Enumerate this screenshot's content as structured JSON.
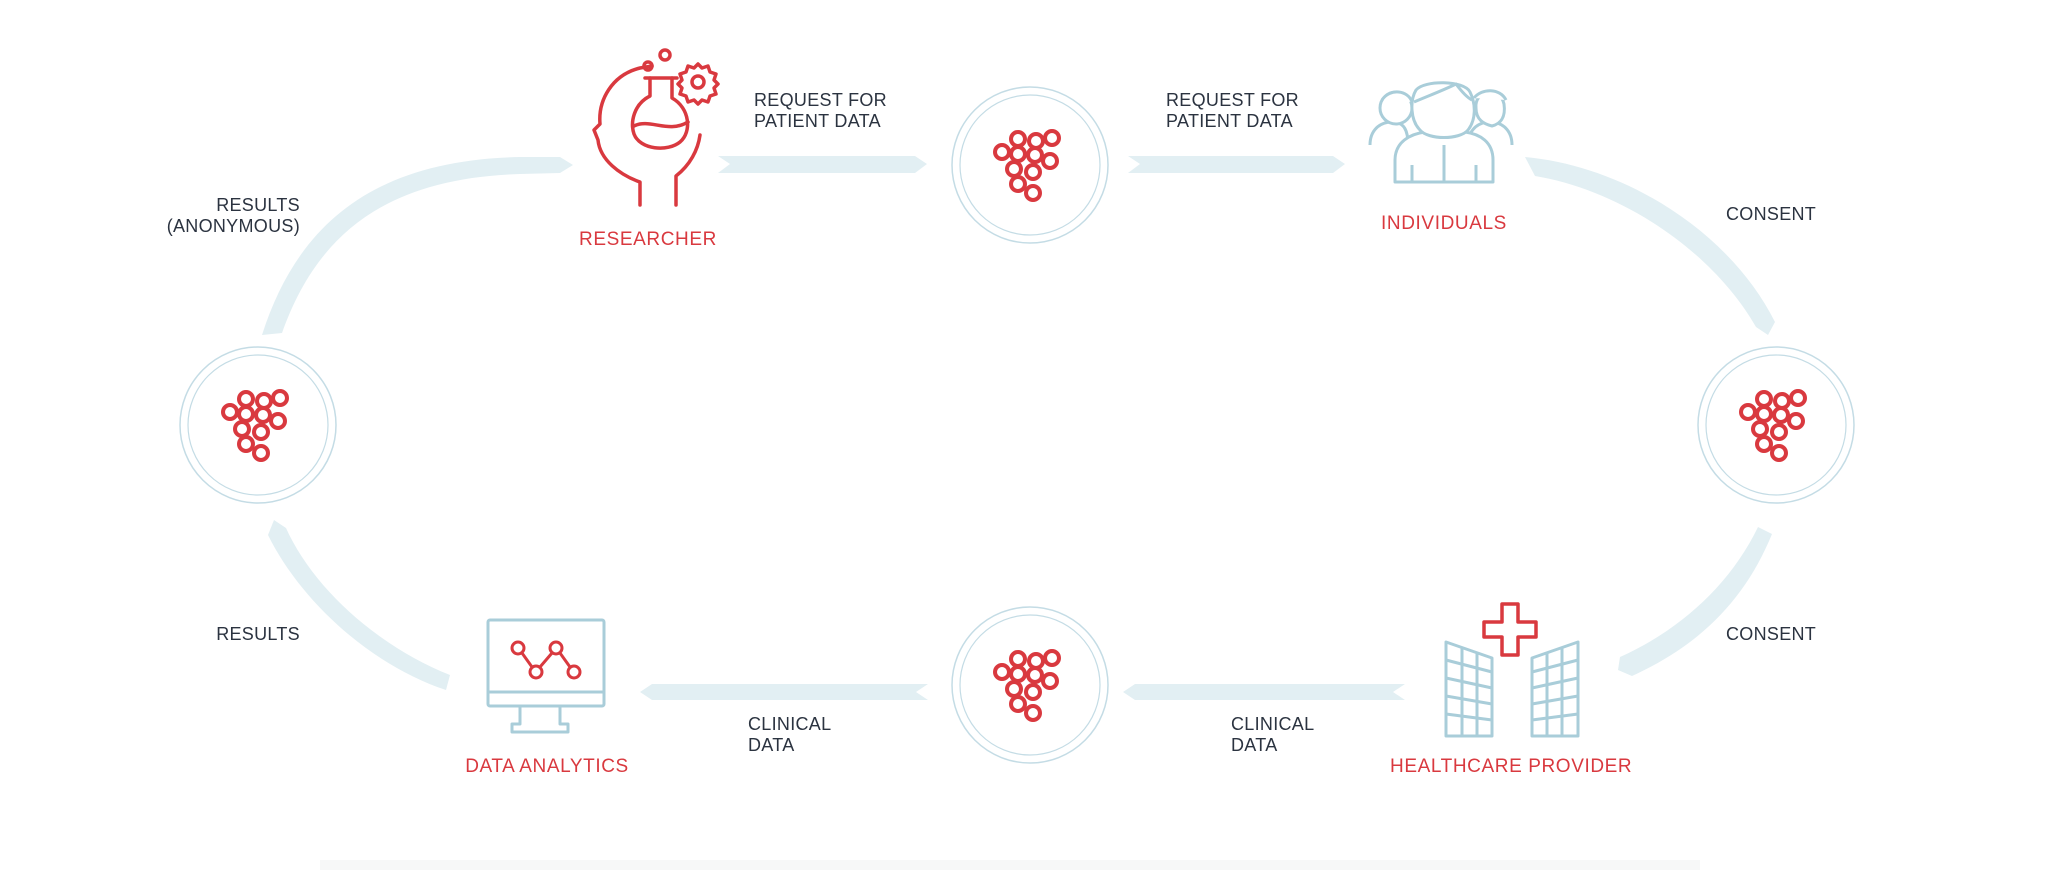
{
  "colors": {
    "accent_red": "#d9393f",
    "light_blue": "#a9cdd9",
    "flow_blue": "#e2eff3",
    "text_dark": "#2b3340"
  },
  "nodes": {
    "researcher": {
      "label": "RESEARCHER",
      "icon": "researcher-flask-gear-icon"
    },
    "individuals": {
      "label": "INDIVIDUALS",
      "icon": "people-group-icon"
    },
    "data_analytics": {
      "label": "DATA ANALYTICS",
      "icon": "monitor-chart-icon"
    },
    "healthcare_provider": {
      "label": "HEALTHCARE PROVIDER",
      "icon": "hospital-cross-icon"
    },
    "hub_icon": "molecule-cluster-icon"
  },
  "flow_labels": {
    "request_1": [
      "REQUEST FOR",
      "PATIENT DATA"
    ],
    "request_2": [
      "REQUEST FOR",
      "PATIENT DATA"
    ],
    "consent_top": "CONSENT",
    "consent_bottom": "CONSENT",
    "clinical_right": [
      "CLINICAL",
      "DATA"
    ],
    "clinical_left": [
      "CLINICAL",
      "DATA"
    ],
    "results_bottom": "RESULTS",
    "results_top": [
      "RESULTS",
      "(ANONYMOUS)"
    ]
  }
}
